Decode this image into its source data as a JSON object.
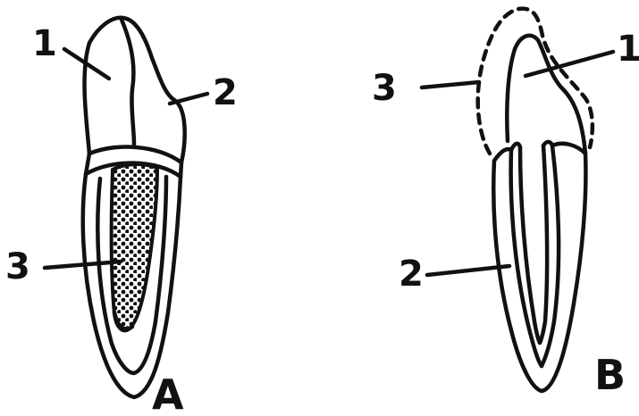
{
  "figure_a": {
    "label": "A",
    "callouts": [
      "1",
      "2",
      "3"
    ]
  },
  "figure_b": {
    "label": "B",
    "callouts": [
      "1",
      "2",
      "3"
    ]
  },
  "colors": {
    "ink": "#111111",
    "background": "#ffffff"
  }
}
